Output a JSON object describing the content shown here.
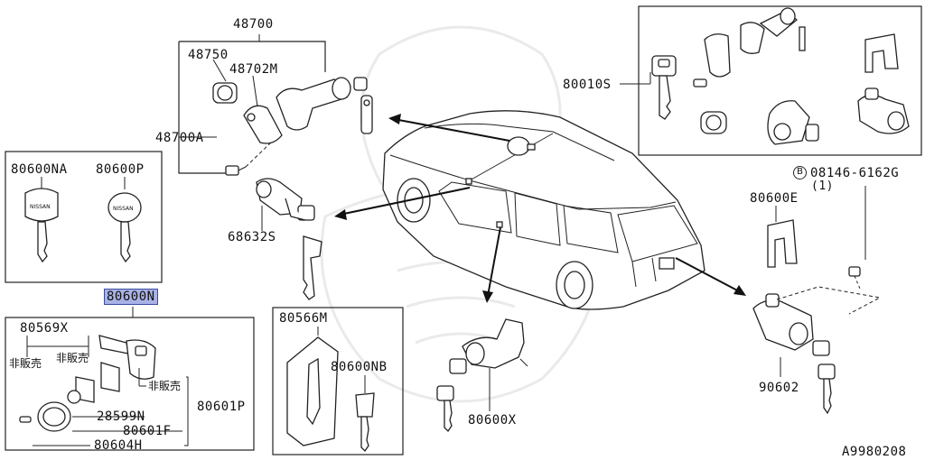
{
  "diagram": {
    "labels": {
      "p48700": "48700",
      "p48750": "48750",
      "p48702M": "48702M",
      "p48700A": "48700A",
      "p80010S": "80010S",
      "p80600NA": "80600NA",
      "p80600P": "80600P",
      "p68632S": "68632S",
      "p08146": "08146-6162G",
      "p08146_b": "B",
      "p08146_qty": "(1)",
      "p80600E": "80600E",
      "p80600N": "80600N",
      "p80569X": "80569X",
      "not_for_sale_1": "非販売",
      "not_for_sale_2": "非販売",
      "not_for_sale_3": "非販売",
      "p28599N": "28599N",
      "p80601F": "80601F",
      "p80601P": "80601P",
      "p80604H": "80604H",
      "p80566M": "80566M",
      "p80600NB": "80600NB",
      "p80600X": "80600X",
      "p90602": "90602",
      "figure_code": "A9980208"
    },
    "key_brand": "NISSAN",
    "highlight_color": "#a9b2e6"
  }
}
